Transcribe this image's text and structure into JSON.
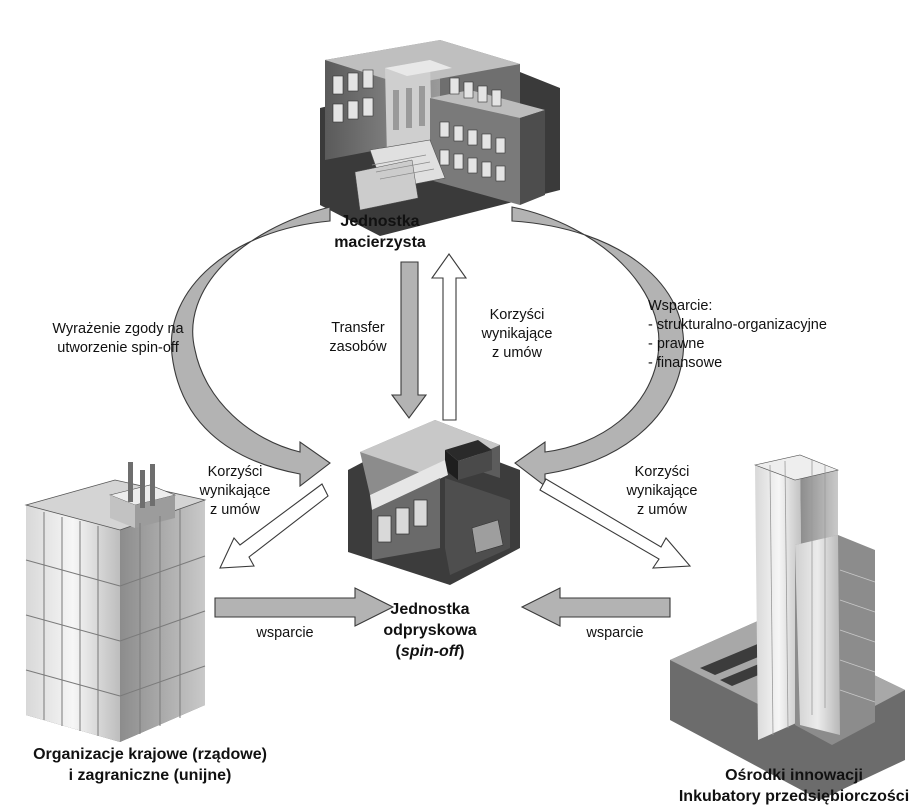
{
  "nodes": {
    "parent": {
      "line1": "Jednostka",
      "line2": "macierzysta"
    },
    "spinoff": {
      "line1": "Jednostka",
      "line2": "odpryskowa",
      "line3_open": "(",
      "line3_em": "spin-off",
      "line3_close": ")"
    },
    "organizations": {
      "line1": "Organizacje krajowe (rządowe)",
      "line2": "i zagraniczne (unijne)"
    },
    "innovation": {
      "line1": "Ośrodki innowacji",
      "line2": "Inkubatory przedsiębiorczości"
    }
  },
  "edges": {
    "consent": {
      "line1": "Wyrażenie zgody na",
      "line2": "utworzenie spin-off"
    },
    "transfer": {
      "line1": "Transfer",
      "line2": "zasobów"
    },
    "benefits_top": {
      "line1": "Korzyści",
      "line2": "wynikające",
      "line3": "z umów"
    },
    "support_parent": {
      "line1": "Wsparcie:",
      "line2": "- strukturalno-organizacyjne",
      "line3": "- prawne",
      "line4": "- finansowe"
    },
    "benefits_left": {
      "line1": "Korzyści",
      "line2": "wynikające",
      "line3": "z umów"
    },
    "benefits_right": {
      "line1": "Korzyści",
      "line2": "wynikające",
      "line3": "z umów"
    },
    "support_left": {
      "label": "wsparcie"
    },
    "support_right": {
      "label": "wsparcie"
    }
  },
  "colors": {
    "arrow_fill": "#b3b3b3",
    "arrow_stroke": "#3a3a3a",
    "hollow_fill": "#ffffff"
  },
  "icons": [
    "university-building-icon",
    "storefront-building-icon",
    "office-tower-icon",
    "skyscraper-icon"
  ]
}
